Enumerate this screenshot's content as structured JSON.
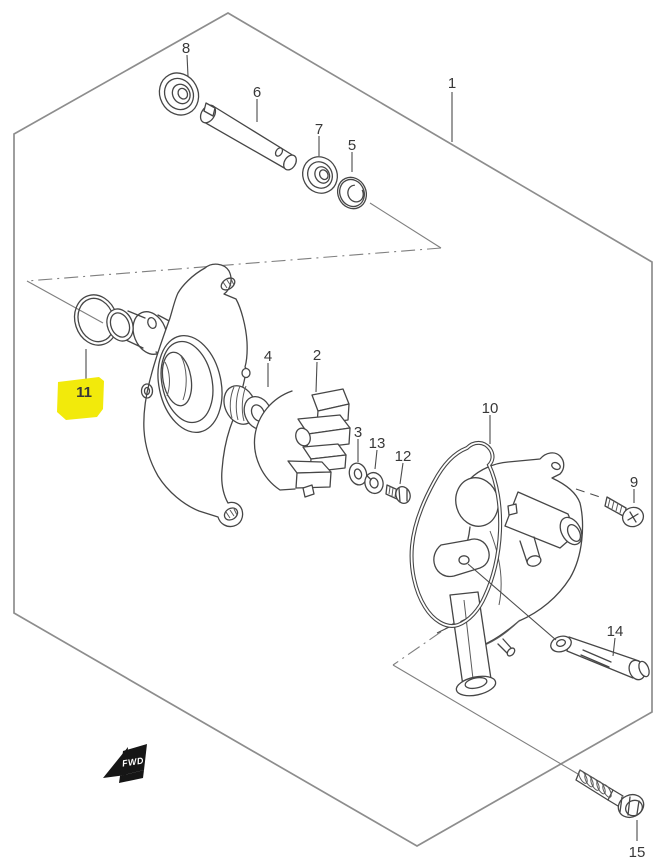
{
  "diagram": {
    "kind": "exploded-parts-diagram",
    "fwd_label": "FWD",
    "highlight": {
      "color": "#f2ea0b",
      "highlighted_part": "11"
    },
    "callouts": {
      "p1": "1",
      "p2": "2",
      "p3": "3",
      "p4": "4",
      "p5": "5",
      "p6": "6",
      "p7": "7",
      "p8": "8",
      "p9": "9",
      "p10": "10",
      "p11": "11",
      "p12": "12",
      "p13": "13",
      "p14": "14",
      "p15": "15"
    }
  }
}
